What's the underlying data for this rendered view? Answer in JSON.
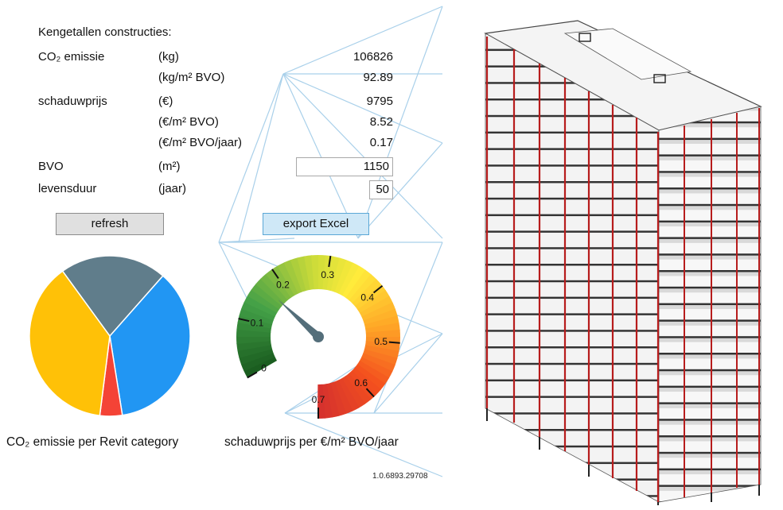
{
  "panel": {
    "heading": "Kengetallen constructies:",
    "rows": [
      {
        "label": "CO₂ emissie",
        "unit": "(kg)",
        "value": "106826"
      },
      {
        "label": "",
        "unit": "(kg/m² BVO)",
        "value": "92.89"
      },
      {
        "label": "schaduwprijs",
        "unit": "(€)",
        "value": "9795"
      },
      {
        "label": "",
        "unit": "(€/m² BVO)",
        "value": "8.52"
      },
      {
        "label": "",
        "unit": "(€/m² BVO/jaar)",
        "value": "0.17"
      }
    ],
    "bvo": {
      "label": "BVO",
      "unit": "(m²)",
      "value": "1150"
    },
    "levensduur": {
      "label": "levensduur",
      "unit": "(jaar)",
      "value": "50"
    }
  },
  "buttons": {
    "refresh": "refresh",
    "export": "export Excel"
  },
  "pie": {
    "caption": "CO₂ emissie per Revit category",
    "slices": [
      {
        "fraction": 0.215,
        "color": "#607d8b"
      },
      {
        "fraction": 0.36,
        "color": "#2196f3"
      },
      {
        "fraction": 0.045,
        "color": "#f44336"
      },
      {
        "fraction": 0.38,
        "color": "#ffc107"
      }
    ]
  },
  "gauge": {
    "caption": "schaduwprijs per €/m² BVO/jaar",
    "ticks": [
      "0",
      "0.1",
      "0.2",
      "0.3",
      "0.4",
      "0.5",
      "0.6",
      "0.7"
    ],
    "min": 0,
    "max": 0.7,
    "value": 0.17,
    "needle_color": "#546e7a"
  },
  "version": "1.0.6893.29708",
  "colors": {
    "button_bg": "#e0e0e0",
    "export_bg": "#cfe8f7",
    "export_border": "#5aa7d6",
    "background_lines": "#a9d0ea"
  }
}
